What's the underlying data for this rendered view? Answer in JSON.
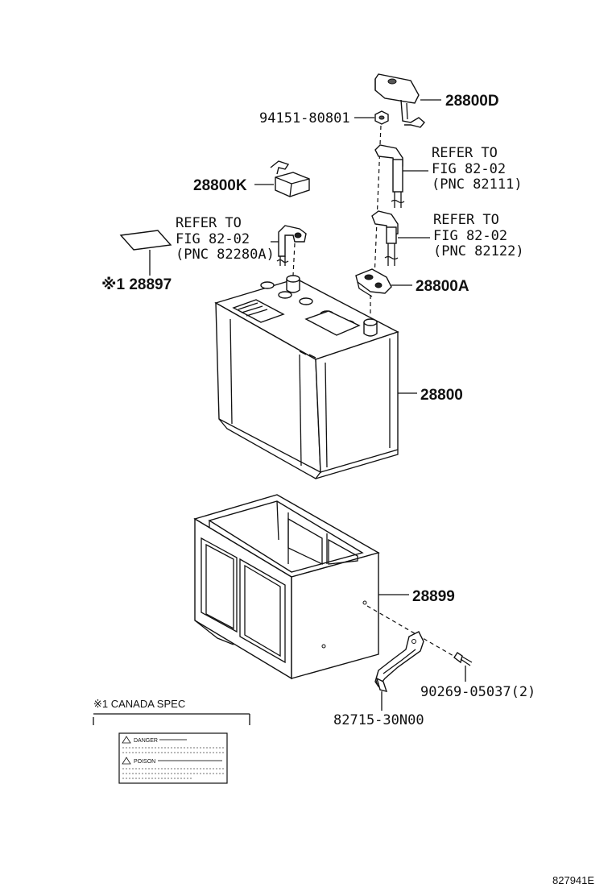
{
  "labels": {
    "cover": "28800D",
    "nut": "94151-80801",
    "cable_pos_refer1": "REFER TO",
    "cable_pos_refer2": "FIG 82-02",
    "cable_pos_refer3": "(PNC 82111)",
    "holder_k": "28800K",
    "cable_neg_refer1": "REFER TO",
    "cable_neg_refer2": "FIG 82-02",
    "cable_neg_refer3": "(PNC 82122)",
    "clamp_refer1": "REFER TO",
    "clamp_refer2": "FIG 82-02",
    "clamp_refer3": "(PNC 82280A)",
    "caution_label": "※1 28897",
    "terminal": "28800A",
    "battery": "28800",
    "tray": "28899",
    "bolt": "90269-05037(2)",
    "bracket": "82715-30N00",
    "canada_note": "※1 CANADA SPEC",
    "danger_word": "DANGER",
    "poison_word": "POISON",
    "figure_id": "827941E"
  }
}
